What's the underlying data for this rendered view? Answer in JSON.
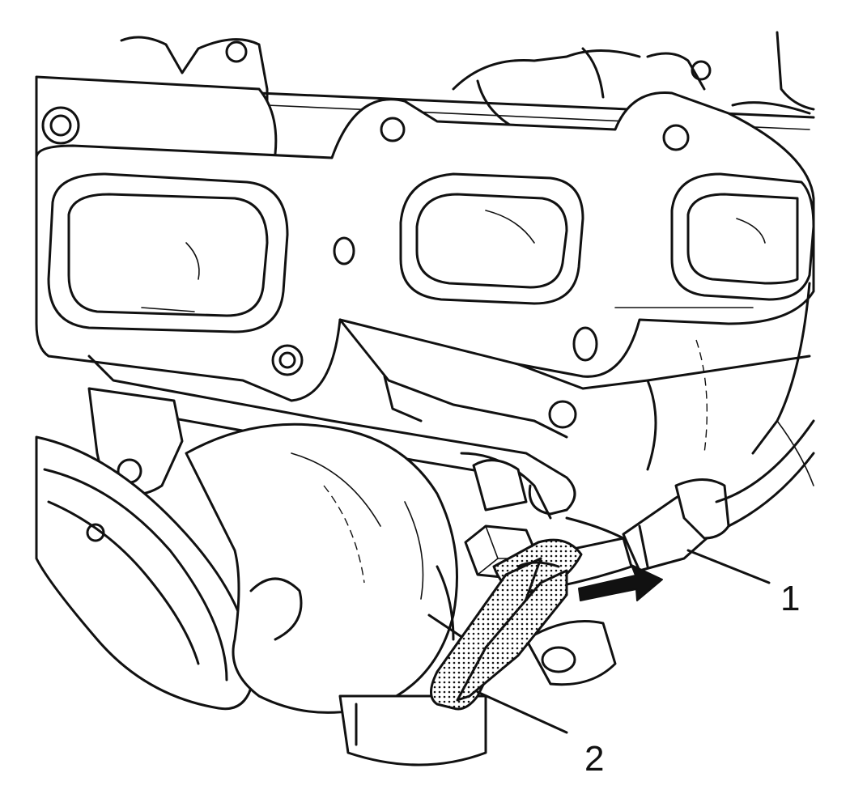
{
  "callouts": [
    {
      "id": "1",
      "label": "1"
    },
    {
      "id": "2",
      "label": "2"
    }
  ],
  "colors": {
    "line": "#111111",
    "background": "#ffffff",
    "strap_dots": "#111111"
  }
}
